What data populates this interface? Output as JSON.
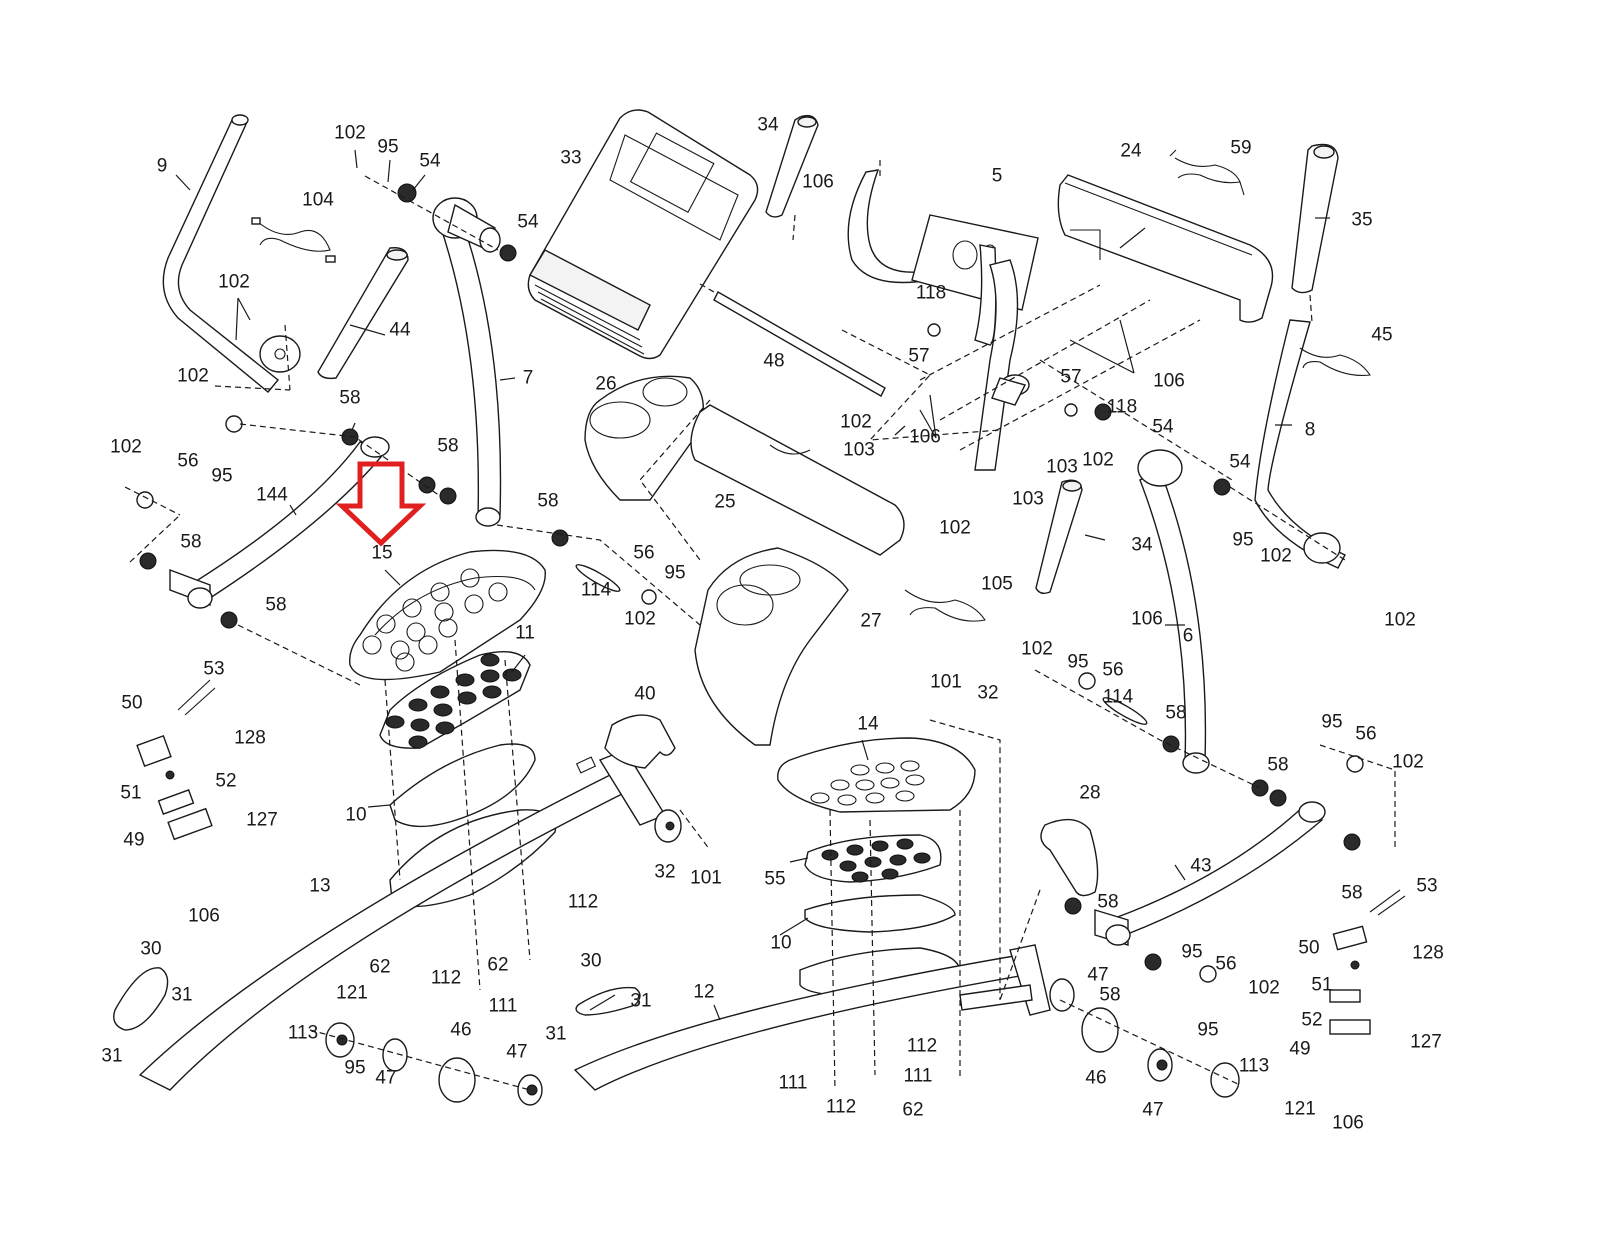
{
  "diagram": {
    "title": "Elliptical exploded parts diagram",
    "highlight": {
      "part_number": "15",
      "indicator": "red-down-arrow",
      "color": "#e02020"
    },
    "labels": [
      {
        "id": "9",
        "text": "9"
      },
      {
        "id": "102a",
        "text": "102"
      },
      {
        "id": "95a",
        "text": "95"
      },
      {
        "id": "54a",
        "text": "54"
      },
      {
        "id": "104",
        "text": "104"
      },
      {
        "id": "54b",
        "text": "54"
      },
      {
        "id": "102b",
        "text": "102"
      },
      {
        "id": "44",
        "text": "44"
      },
      {
        "id": "7",
        "text": "7"
      },
      {
        "id": "102c",
        "text": "102"
      },
      {
        "id": "58a",
        "text": "58"
      },
      {
        "id": "102d",
        "text": "102"
      },
      {
        "id": "56a",
        "text": "56"
      },
      {
        "id": "95b",
        "text": "95"
      },
      {
        "id": "144",
        "text": "144"
      },
      {
        "id": "58b",
        "text": "58"
      },
      {
        "id": "15",
        "text": "15"
      },
      {
        "id": "58c",
        "text": "58"
      },
      {
        "id": "58d",
        "text": "58"
      },
      {
        "id": "58e",
        "text": "58"
      },
      {
        "id": "114a",
        "text": "114"
      },
      {
        "id": "56b",
        "text": "56"
      },
      {
        "id": "95c",
        "text": "95"
      },
      {
        "id": "102e",
        "text": "102"
      },
      {
        "id": "11",
        "text": "11"
      },
      {
        "id": "53a",
        "text": "53"
      },
      {
        "id": "50a",
        "text": "50"
      },
      {
        "id": "128a",
        "text": "128"
      },
      {
        "id": "51a",
        "text": "51"
      },
      {
        "id": "52a",
        "text": "52"
      },
      {
        "id": "49a",
        "text": "49"
      },
      {
        "id": "127a",
        "text": "127"
      },
      {
        "id": "106a",
        "text": "106"
      },
      {
        "id": "10a",
        "text": "10"
      },
      {
        "id": "40",
        "text": "40"
      },
      {
        "id": "32a",
        "text": "32"
      },
      {
        "id": "101a",
        "text": "101"
      },
      {
        "id": "13",
        "text": "13"
      },
      {
        "id": "112a",
        "text": "112"
      },
      {
        "id": "62a",
        "text": "62"
      },
      {
        "id": "112b",
        "text": "112"
      },
      {
        "id": "62b",
        "text": "62"
      },
      {
        "id": "111a",
        "text": "111"
      },
      {
        "id": "30a",
        "text": "30"
      },
      {
        "id": "31a",
        "text": "31"
      },
      {
        "id": "31b",
        "text": "31"
      },
      {
        "id": "121a",
        "text": "121"
      },
      {
        "id": "113a",
        "text": "113"
      },
      {
        "id": "95d",
        "text": "95"
      },
      {
        "id": "47a",
        "text": "47"
      },
      {
        "id": "46a",
        "text": "46"
      },
      {
        "id": "47b",
        "text": "47"
      },
      {
        "id": "30b",
        "text": "30"
      },
      {
        "id": "31c",
        "text": "31"
      },
      {
        "id": "31d",
        "text": "31"
      },
      {
        "id": "12",
        "text": "12"
      },
      {
        "id": "33",
        "text": "33"
      },
      {
        "id": "34a",
        "text": "34"
      },
      {
        "id": "106b",
        "text": "106"
      },
      {
        "id": "26",
        "text": "26"
      },
      {
        "id": "48",
        "text": "48"
      },
      {
        "id": "25",
        "text": "25"
      },
      {
        "id": "27",
        "text": "27"
      },
      {
        "id": "5",
        "text": "5"
      },
      {
        "id": "118a",
        "text": "118"
      },
      {
        "id": "57a",
        "text": "57"
      },
      {
        "id": "102f",
        "text": "102"
      },
      {
        "id": "103a",
        "text": "103"
      },
      {
        "id": "106c",
        "text": "106"
      },
      {
        "id": "102g",
        "text": "102"
      },
      {
        "id": "103b",
        "text": "103"
      },
      {
        "id": "24",
        "text": "24"
      },
      {
        "id": "59",
        "text": "59"
      },
      {
        "id": "106d",
        "text": "106"
      },
      {
        "id": "57b",
        "text": "57"
      },
      {
        "id": "118b",
        "text": "118"
      },
      {
        "id": "54c",
        "text": "54"
      },
      {
        "id": "103c",
        "text": "103"
      },
      {
        "id": "102h",
        "text": "102"
      },
      {
        "id": "35",
        "text": "35"
      },
      {
        "id": "45",
        "text": "45"
      },
      {
        "id": "8",
        "text": "8"
      },
      {
        "id": "54d",
        "text": "54"
      },
      {
        "id": "95e",
        "text": "95"
      },
      {
        "id": "102i",
        "text": "102"
      },
      {
        "id": "102j",
        "text": "102"
      },
      {
        "id": "34b",
        "text": "34"
      },
      {
        "id": "106e",
        "text": "106"
      },
      {
        "id": "105",
        "text": "105"
      },
      {
        "id": "6",
        "text": "6"
      },
      {
        "id": "102k",
        "text": "102"
      },
      {
        "id": "95f",
        "text": "95"
      },
      {
        "id": "56c",
        "text": "56"
      },
      {
        "id": "114b",
        "text": "114"
      },
      {
        "id": "58f",
        "text": "58"
      },
      {
        "id": "101b",
        "text": "101"
      },
      {
        "id": "32b",
        "text": "32"
      },
      {
        "id": "14",
        "text": "14"
      },
      {
        "id": "95g",
        "text": "95"
      },
      {
        "id": "56d",
        "text": "56"
      },
      {
        "id": "102l",
        "text": "102"
      },
      {
        "id": "58g",
        "text": "58"
      },
      {
        "id": "58h",
        "text": "58"
      },
      {
        "id": "55",
        "text": "55"
      },
      {
        "id": "28",
        "text": "28"
      },
      {
        "id": "43",
        "text": "43"
      },
      {
        "id": "58i",
        "text": "58"
      },
      {
        "id": "10b",
        "text": "10"
      },
      {
        "id": "58j",
        "text": "58"
      },
      {
        "id": "95h",
        "text": "95"
      },
      {
        "id": "56e",
        "text": "56"
      },
      {
        "id": "102m",
        "text": "102"
      },
      {
        "id": "47c",
        "text": "47"
      },
      {
        "id": "53b",
        "text": "53"
      },
      {
        "id": "50b",
        "text": "50"
      },
      {
        "id": "128b",
        "text": "128"
      },
      {
        "id": "51b",
        "text": "51"
      },
      {
        "id": "52b",
        "text": "52"
      },
      {
        "id": "49b",
        "text": "49"
      },
      {
        "id": "127b",
        "text": "127"
      },
      {
        "id": "112c",
        "text": "112"
      },
      {
        "id": "111b",
        "text": "111"
      },
      {
        "id": "111c",
        "text": "111"
      },
      {
        "id": "112d",
        "text": "112"
      },
      {
        "id": "62c",
        "text": "62"
      },
      {
        "id": "46b",
        "text": "46"
      },
      {
        "id": "47d",
        "text": "47"
      },
      {
        "id": "95i",
        "text": "95"
      },
      {
        "id": "113b",
        "text": "113"
      },
      {
        "id": "121b",
        "text": "121"
      },
      {
        "id": "106f",
        "text": "106"
      }
    ]
  }
}
